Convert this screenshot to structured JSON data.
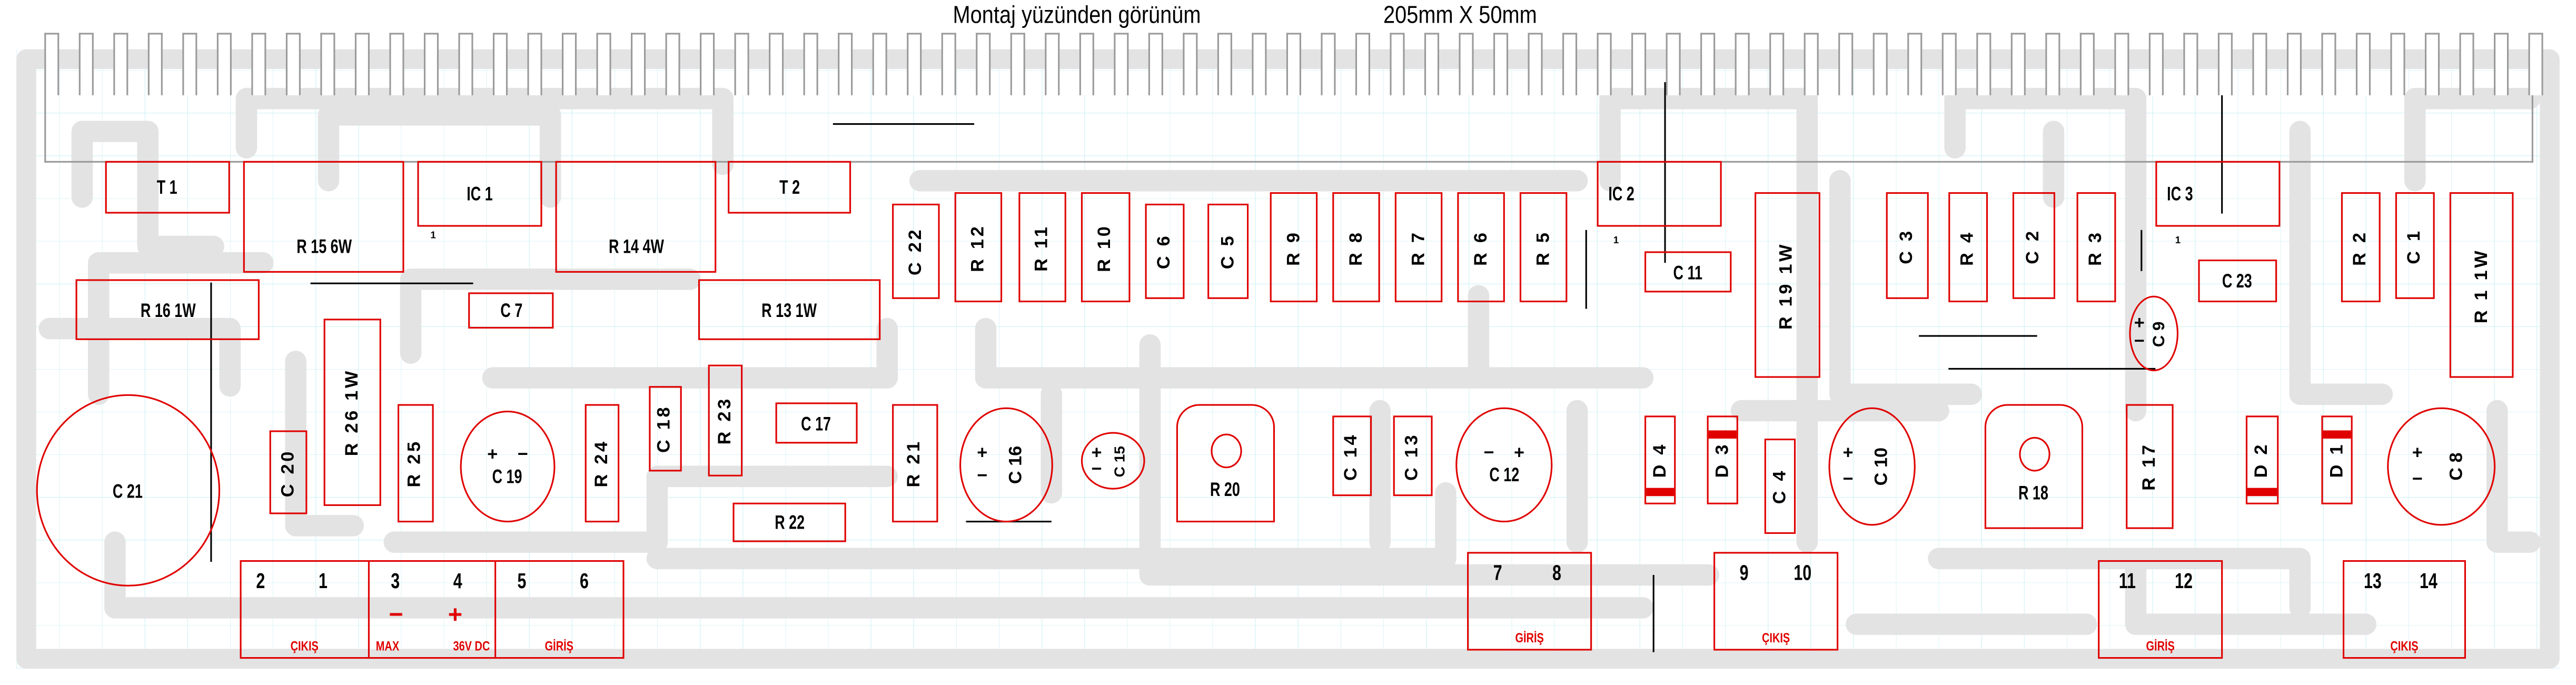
{
  "header": {
    "title": "Montaj yüzünden görünüm",
    "dimensions": "205mm X 50mm"
  },
  "colors": {
    "outline": "#e00000",
    "trace": "#e3e3e3",
    "grid": "#bfeef2"
  },
  "symbols": {
    "plus": "+",
    "minus": "−",
    "pin1": "1"
  },
  "components": {
    "T1": "T 1",
    "R15": "R 15  6W",
    "IC1": "IC 1",
    "R14": "R 14  4W",
    "T2": "T 2",
    "C22": "C 22",
    "R12": "R 12",
    "R11": "R 11",
    "R10": "R 10",
    "C6": "C 6",
    "C5": "C 5",
    "R9": "R 9",
    "R8": "R 8",
    "R7": "R 7",
    "R6": "R 6",
    "R5": "R 5",
    "IC2": "IC 2",
    "C11": "C 11",
    "R19": "R 19  1W",
    "C3": "C 3",
    "R4": "R 4",
    "C2": "C 2",
    "R3": "R 3",
    "IC3": "IC 3",
    "C23": "C 23",
    "R2": "R 2",
    "C1": "C 1",
    "R1": "R 1  1W",
    "C9": "C 9",
    "R16": "R 16 1W",
    "C7": "C 7",
    "R13": "R 13 1W",
    "C21": "C 21",
    "C20": "C 20",
    "R26": "R 26  1W",
    "R25": "R 25",
    "C19": "C 19",
    "R24": "R 24",
    "C18": "C 18",
    "R23": "R 23",
    "C17": "C 17",
    "R22": "R 22",
    "R21": "R 21",
    "C16": "C 16",
    "C15": "C 15",
    "R20": "R 20",
    "C14": "C 14",
    "C13": "C 13",
    "C12": "C 12",
    "D4": "D 4",
    "D3": "D 3",
    "C4": "C 4",
    "C10": "C 10",
    "R18": "R 18",
    "R17": "R 17",
    "D2": "D 2",
    "D1": "D 1",
    "C8": "C 8"
  },
  "connectors": {
    "main": {
      "pins": [
        "2",
        "1",
        "3",
        "4",
        "5",
        "6"
      ],
      "out_label": "ÇIKIŞ",
      "power_label_1": "MAX",
      "power_label_2": "36V DC",
      "in_label": "GİRİŞ"
    },
    "j78": {
      "pins": [
        "7",
        "8"
      ],
      "label": "GİRİŞ"
    },
    "j910": {
      "pins": [
        "9",
        "10"
      ],
      "label": "ÇIKIŞ"
    },
    "j1112": {
      "pins": [
        "11",
        "12"
      ],
      "label": "GİRİŞ"
    },
    "j1314": {
      "pins": [
        "13",
        "14"
      ],
      "label": "ÇIKIŞ"
    }
  }
}
